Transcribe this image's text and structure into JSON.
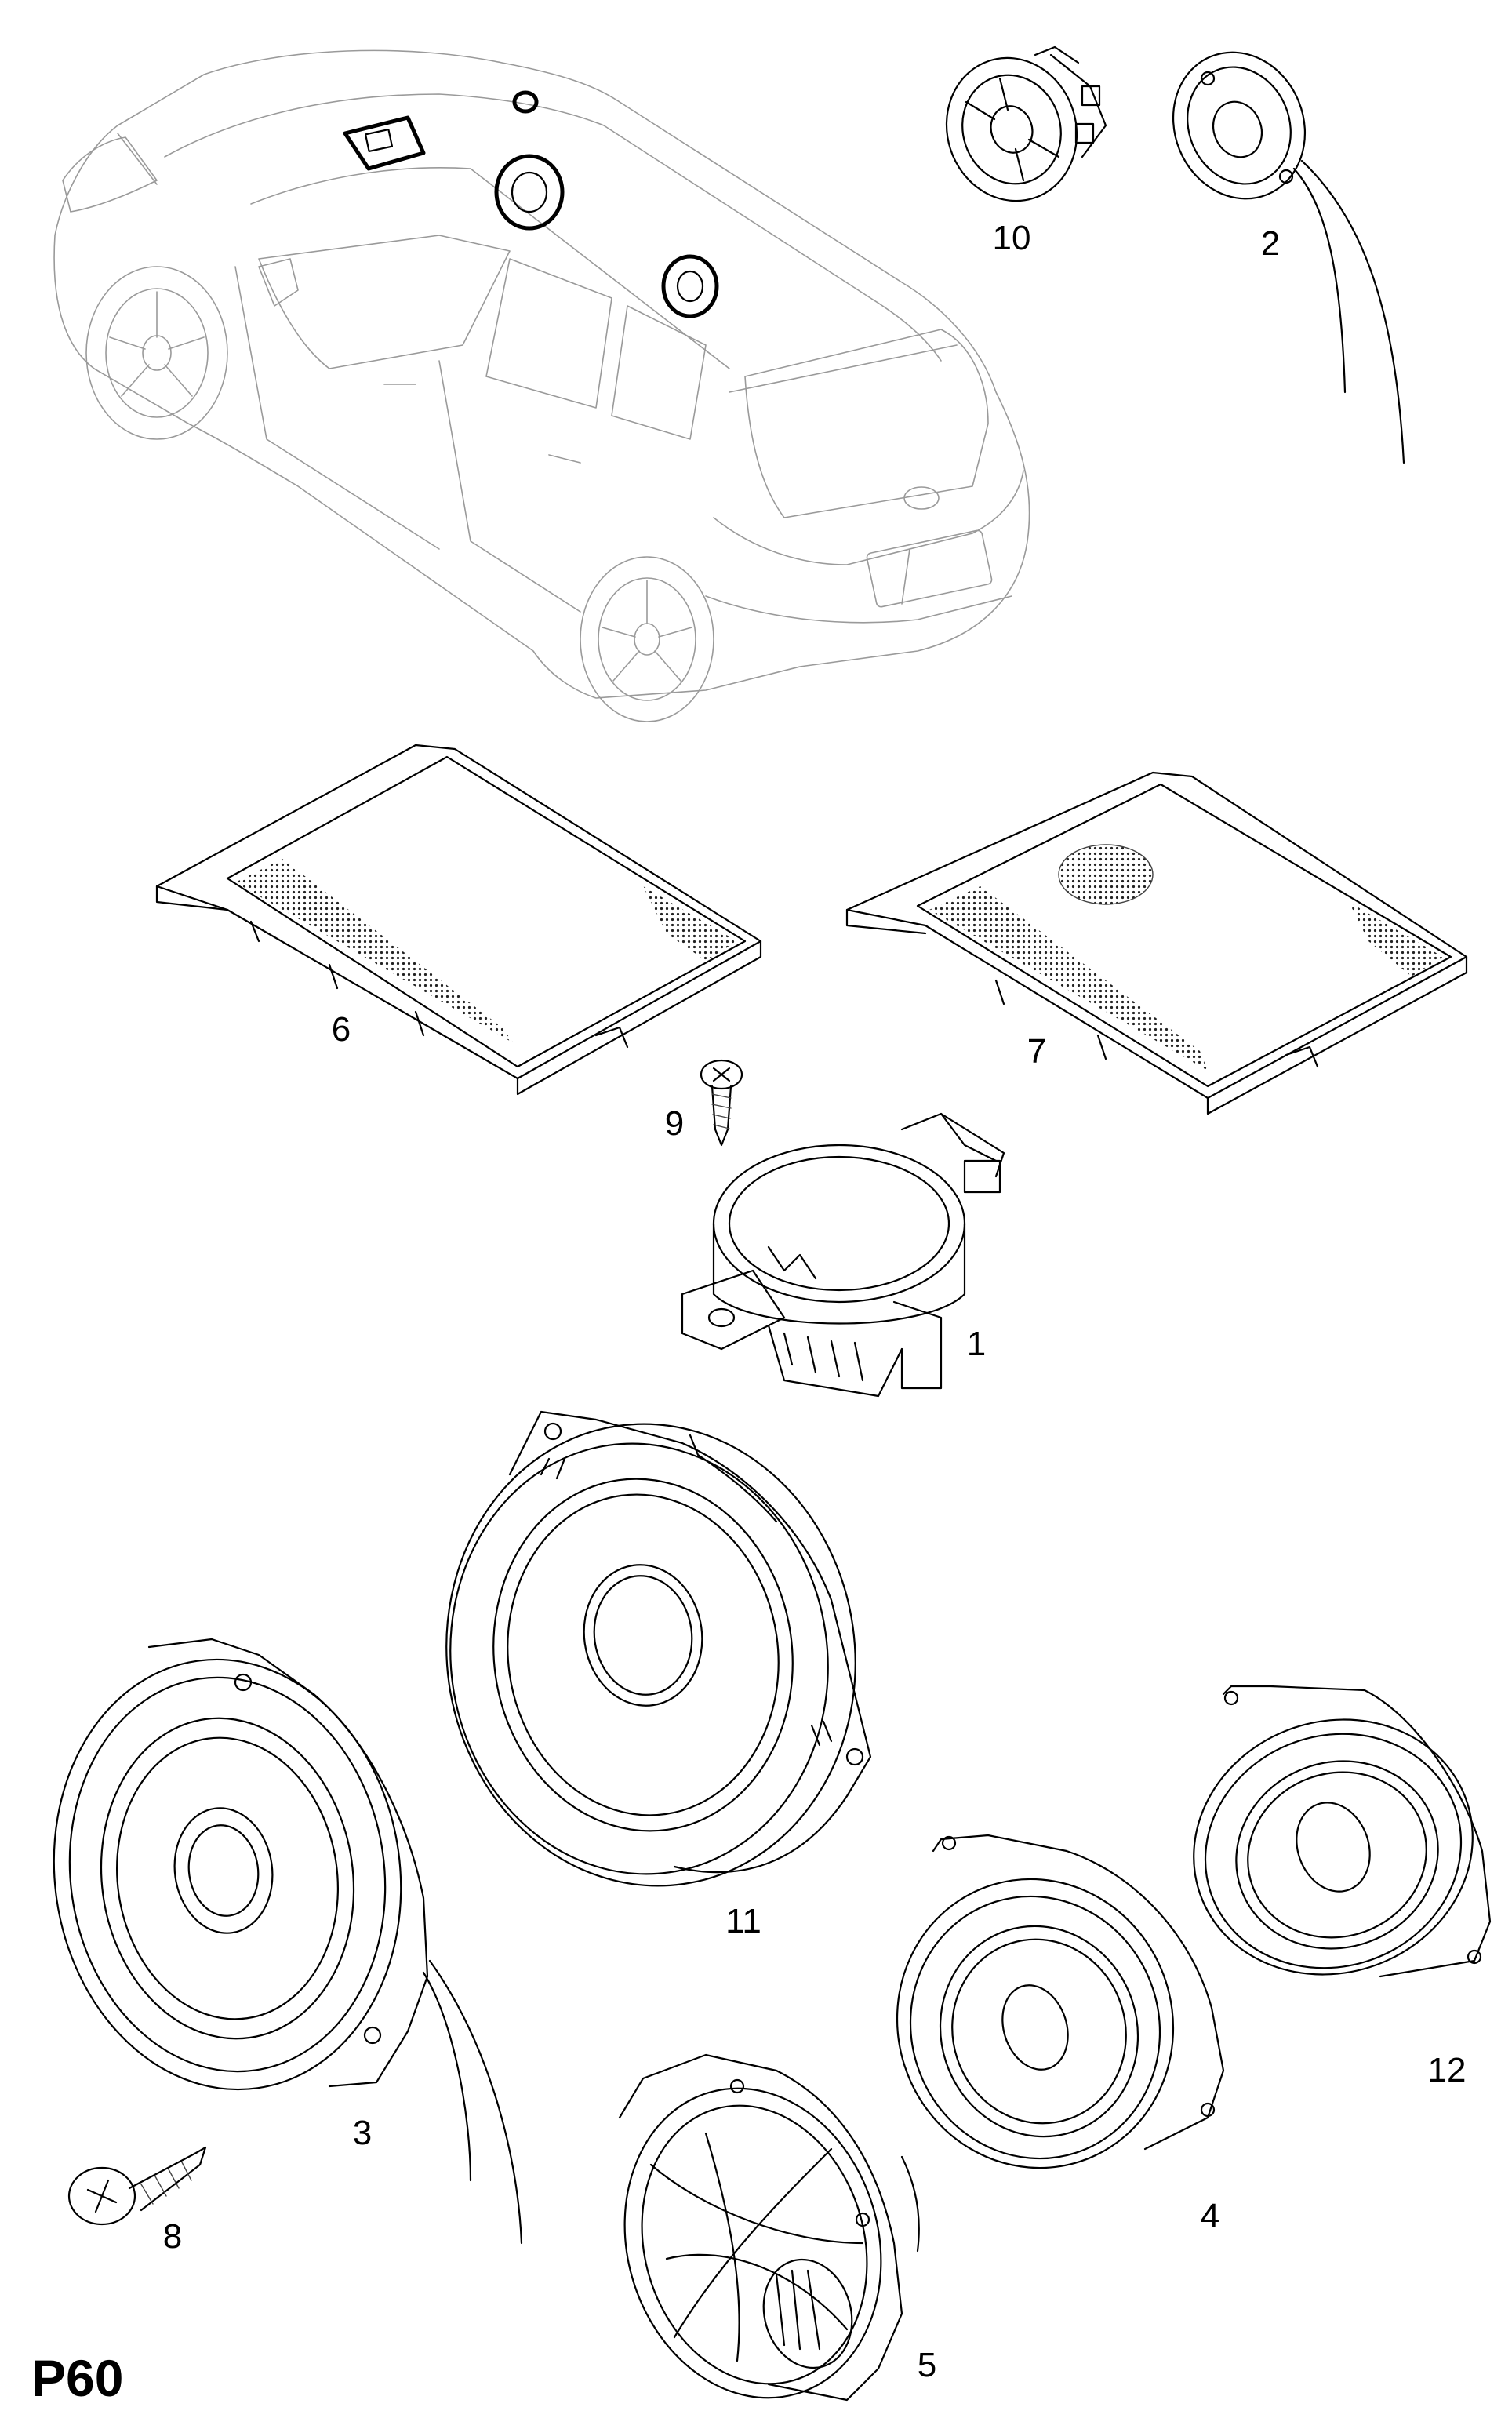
{
  "diagram": {
    "page_code": "P60",
    "callouts": [
      {
        "id": "callout-10",
        "label": "10"
      },
      {
        "id": "callout-2",
        "label": "2"
      },
      {
        "id": "callout-6",
        "label": "6"
      },
      {
        "id": "callout-7",
        "label": "7"
      },
      {
        "id": "callout-9",
        "label": "9"
      },
      {
        "id": "callout-1",
        "label": "1"
      },
      {
        "id": "callout-11",
        "label": "11"
      },
      {
        "id": "callout-3",
        "label": "3"
      },
      {
        "id": "callout-12",
        "label": "12"
      },
      {
        "id": "callout-8",
        "label": "8"
      },
      {
        "id": "callout-4",
        "label": "4"
      },
      {
        "id": "callout-5",
        "label": "5"
      }
    ]
  }
}
